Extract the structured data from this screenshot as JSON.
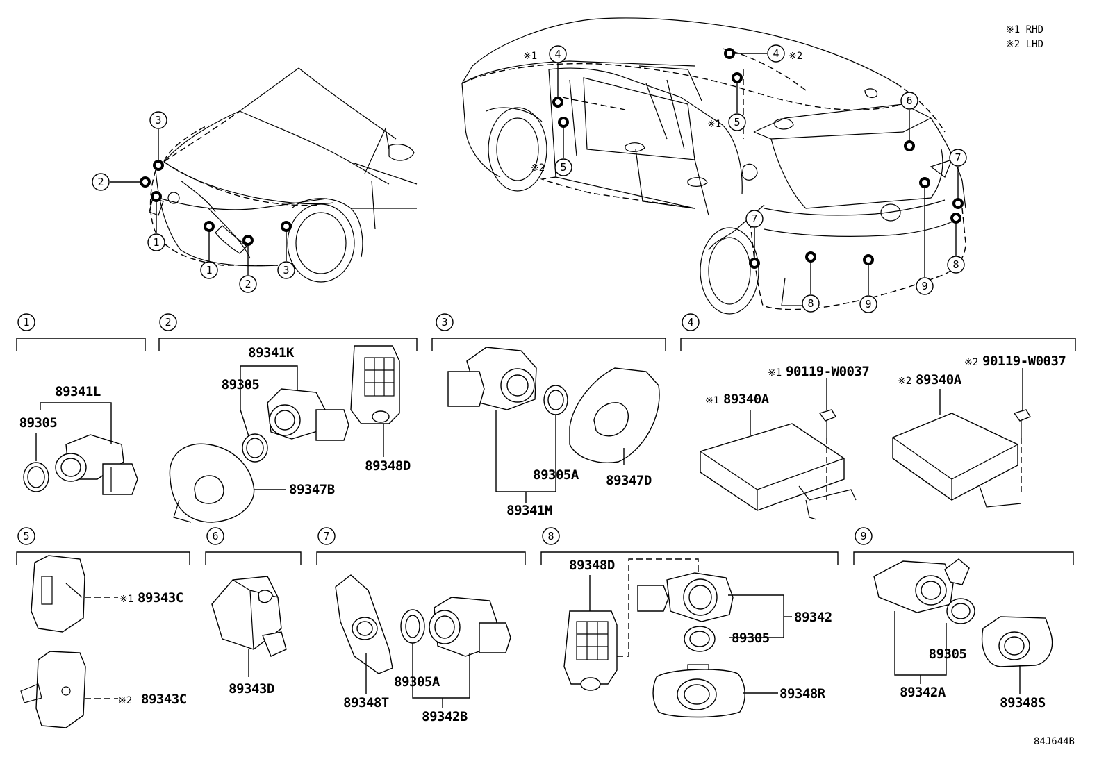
{
  "legend": {
    "rhd": "※1 RHD",
    "lhd": "※2 LHD"
  },
  "diagram_code": "84J644B",
  "marks": {
    "m1": "※1",
    "m2": "※2"
  },
  "callouts": [
    "1",
    "2",
    "3",
    "4",
    "5",
    "6",
    "7",
    "8",
    "9"
  ],
  "parts": {
    "p89341L": "89341L",
    "p89305_g1": "89305",
    "p89341K": "89341K",
    "p89305_g2": "89305",
    "p89348D_g2": "89348D",
    "p89347B": "89347B",
    "p89305A_g3": "89305A",
    "p89347D": "89347D",
    "p89341M": "89341M",
    "bolt_rhd": "90119-W0037",
    "bolt_lhd": "90119-W0037",
    "ecu_rhd": "89340A",
    "ecu_lhd": "89340A",
    "p89343C_rhd": "89343C",
    "p89343C_lhd": "89343C",
    "p89343D": "89343D",
    "p89348T": "89348T",
    "p89305A_g7": "89305A",
    "p89342B": "89342B",
    "p89348D_g8": "89348D",
    "p89342": "89342",
    "p89305_g8": "89305",
    "p89348R": "89348R",
    "p89305_g9": "89305",
    "p89342A": "89342A",
    "p89348S": "89348S"
  }
}
